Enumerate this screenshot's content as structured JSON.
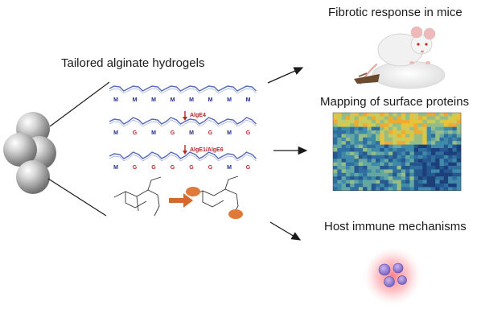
{
  "labels": {
    "tailored": "Tailored alginate hydrogels",
    "fibrotic": "Fibrotic response in mice",
    "mapping": "Mapping of surface proteins",
    "host": "Host immune mechanisms"
  },
  "chains": {
    "row1_units": [
      "M",
      "M",
      "M",
      "M",
      "M",
      "M",
      "M",
      "M"
    ],
    "row2_units": [
      "M",
      "G",
      "M",
      "G",
      "M",
      "G",
      "M",
      "G"
    ],
    "row3_units": [
      "M",
      "G",
      "G",
      "G",
      "G",
      "G",
      "M",
      "G"
    ],
    "enzyme1": "AlgE4",
    "enzyme2": "AlgE1/AlgE6"
  },
  "colors": {
    "m_unit": "#1f2e8c",
    "g_unit": "#c0282a",
    "enzyme": "#b3262a",
    "chain": "#5468b8",
    "orange": "#e07a3a"
  }
}
